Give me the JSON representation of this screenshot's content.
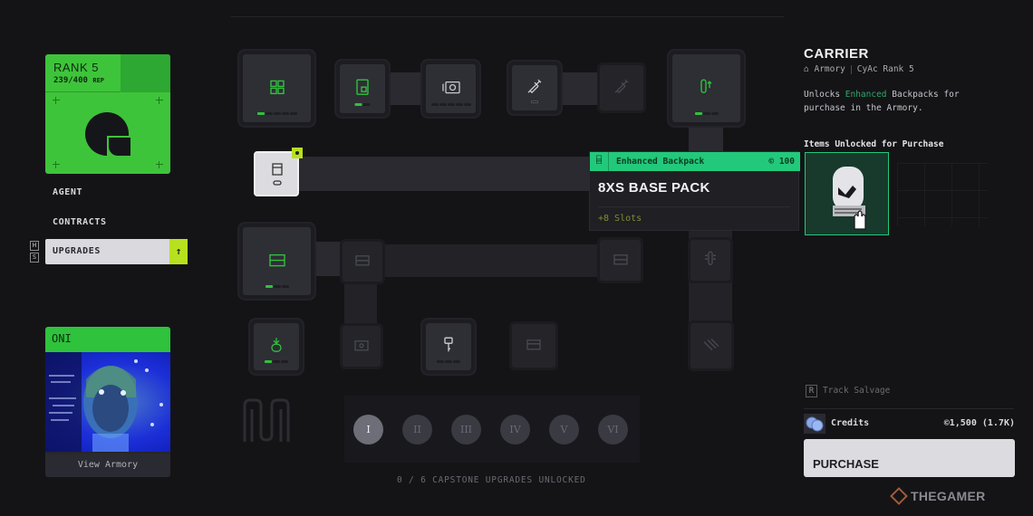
{
  "rank_card": {
    "title": "RANK 5",
    "rep": "239/400",
    "rep_unit": "REP",
    "accent": "#3ec43a"
  },
  "nav": {
    "items": [
      {
        "label": "AGENT"
      },
      {
        "label": "CONTRACTS"
      },
      {
        "label": "UPGRADES",
        "active": true
      }
    ],
    "key_hints": [
      "H",
      "S"
    ],
    "active_icon": "arrow-up-icon"
  },
  "agent_card": {
    "name": "ONI",
    "action": "View Armory"
  },
  "tooltip": {
    "category": "Enhanced Backpack",
    "price": "100",
    "price_icon": "credit-icon",
    "title": "8XS BASE PACK",
    "stat": "+8 Slots",
    "accent": "#22c97a"
  },
  "capstones": {
    "items": [
      "I",
      "II",
      "III",
      "IV",
      "V",
      "VI"
    ],
    "caption": "0 / 6 CAPSTONE UPGRADES UNLOCKED"
  },
  "detail": {
    "title": "CARRIER",
    "vendor": "Armory",
    "rank_req": "CyAc Rank 5",
    "desc_prefix": "Unlocks ",
    "desc_highlight": "Enhanced",
    "desc_suffix": " Backpacks for purchase in the Armory.",
    "items_label": "Items Unlocked for Purchase",
    "track_key": "R",
    "track_label": "Track Salvage",
    "credits_label": "Credits",
    "credits_value": "©1,500 (1.7K)",
    "purchase_label": "PURCHASE"
  },
  "watermark": "THEGAMER"
}
